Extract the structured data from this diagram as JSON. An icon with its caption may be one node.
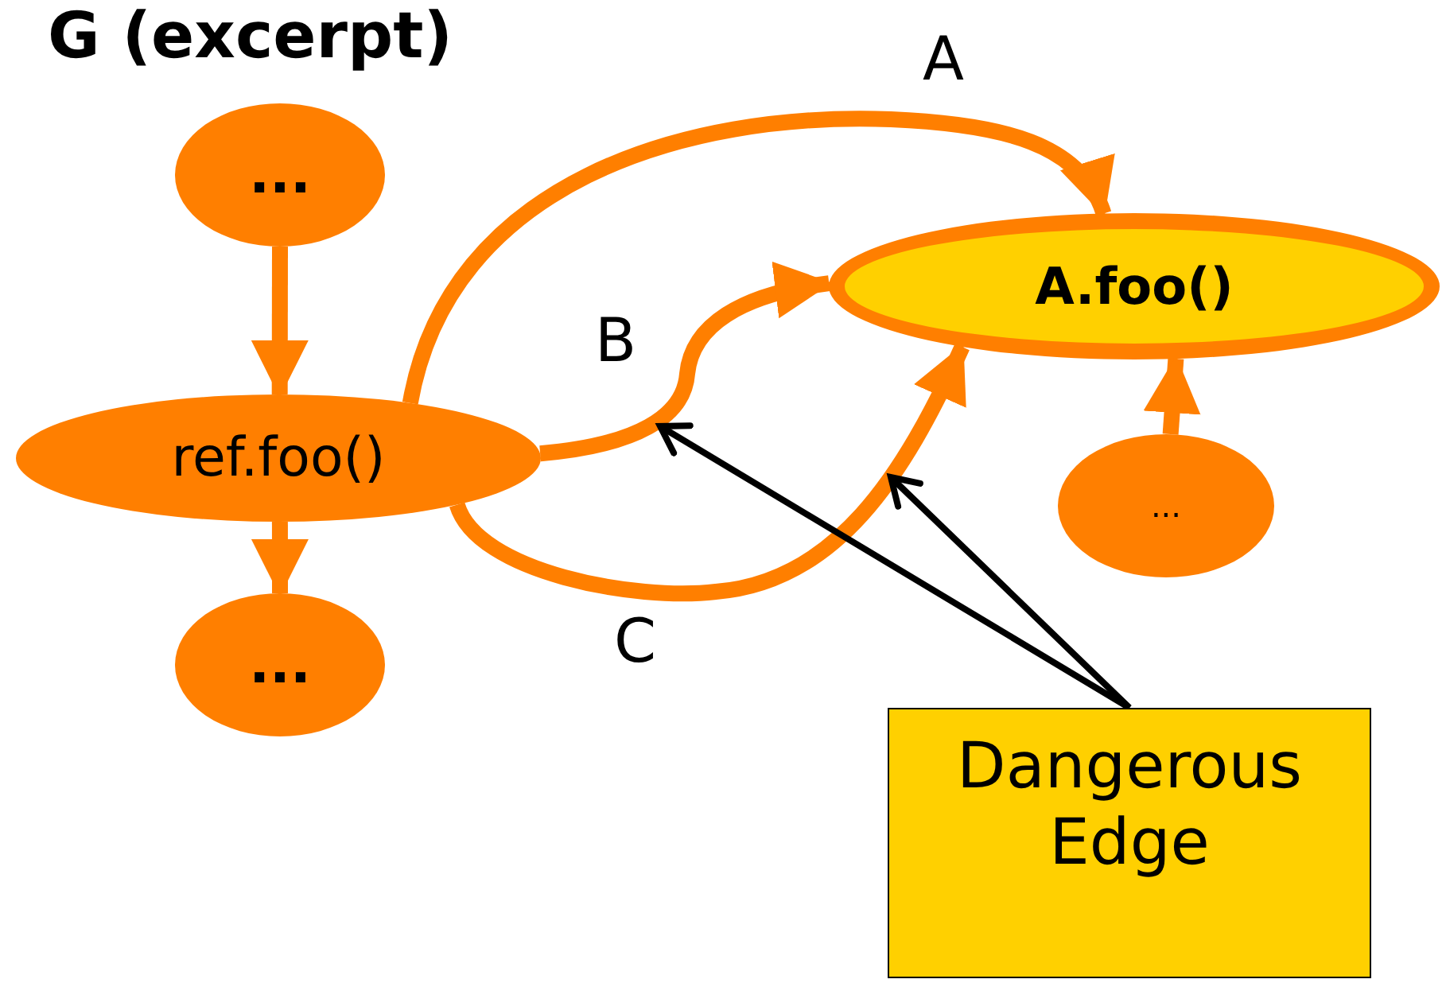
{
  "diagram": {
    "title": "G (excerpt)",
    "nodes": [
      {
        "text": [
          "..."
        ]
      },
      {
        "text": [
          "ref.foo()"
        ]
      },
      {
        "text": [
          "..."
        ]
      },
      {
        "text": [
          "A.foo()"
        ]
      },
      {
        "text": [
          "..."
        ]
      },
      {
        "text": [
          "Dangerous Edge"
        ]
      }
    ],
    "edges": [
      {
        "from": 0,
        "to": 1,
        "arrow": "to"
      },
      {
        "from": 1,
        "to": 2,
        "arrow": "to"
      },
      {
        "from": 1,
        "to": 3,
        "arrow": "to",
        "label": "A"
      },
      {
        "from": 1,
        "to": 3,
        "arrow": "to",
        "label": "B"
      },
      {
        "from": 1,
        "to": 3,
        "arrow": "to",
        "label": "C"
      },
      {
        "from": 4,
        "to": 3,
        "arrow": "to"
      },
      {
        "from": 5,
        "to": null,
        "arrow": "to",
        "color": "#000000"
      },
      {
        "from": 5,
        "to": null,
        "arrow": "to",
        "color": "#000000"
      }
    ]
  }
}
